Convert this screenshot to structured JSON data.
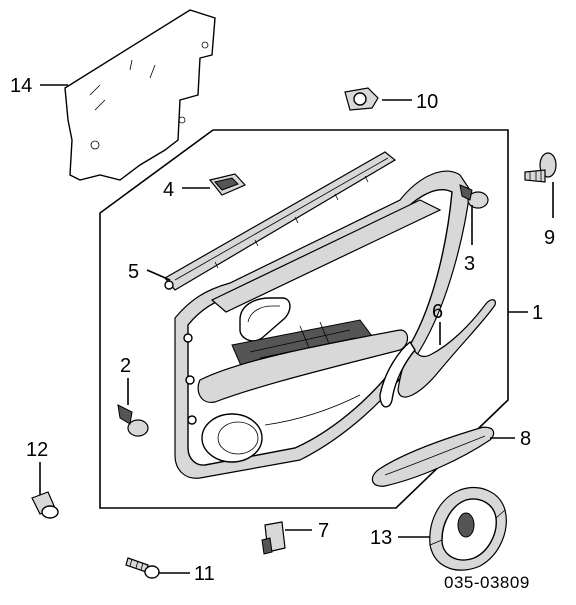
{
  "diagram": {
    "drawing_code": "035-03809",
    "part_numbers": [
      "1",
      "2",
      "3",
      "4",
      "5",
      "6",
      "7",
      "8",
      "9",
      "10",
      "11",
      "12",
      "13",
      "14"
    ]
  }
}
